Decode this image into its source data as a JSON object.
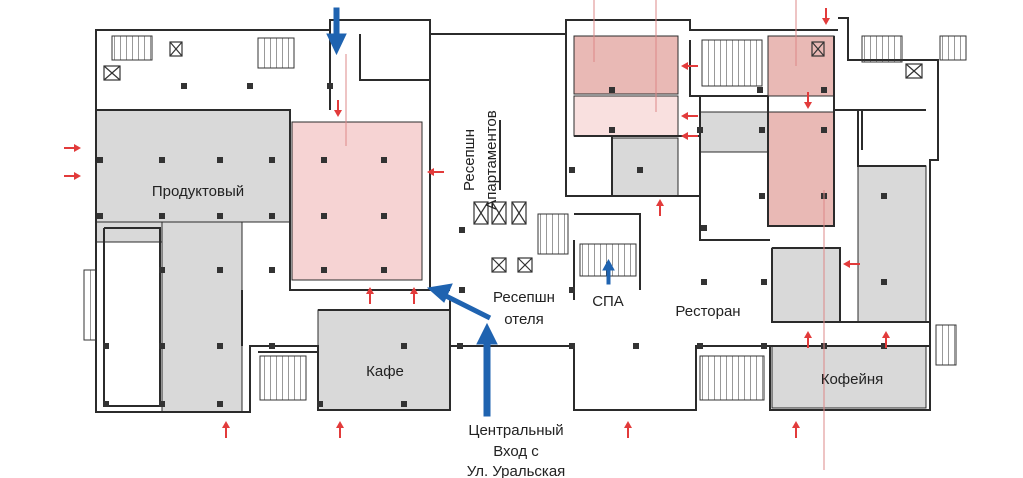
{
  "labels": {
    "grocery": "Продуктовый",
    "cafe": "Кафе",
    "reception_apartments_line1": "Ресепшн",
    "reception_apartments_line2": "Апартаментов",
    "reception_hotel_line1": "Ресепшн",
    "reception_hotel_line2": "отеля",
    "spa": "СПА",
    "restaurant": "Ресторан",
    "coffee_shop": "Кофейня",
    "entrance_line1": "Центральный",
    "entrance_line2": "Вход с",
    "entrance_line3": "Ул. Уральская"
  },
  "colors": {
    "wall": "#2b2b2b",
    "grey_zone": "#d9d9d9",
    "pink_zone": "#f6d3d3",
    "dark_pink_zone": "#e9b9b5",
    "light_pink_zone": "#f9e0df",
    "red_arrow": "#e23b3b",
    "blue_arrow": "#1f63b0"
  }
}
